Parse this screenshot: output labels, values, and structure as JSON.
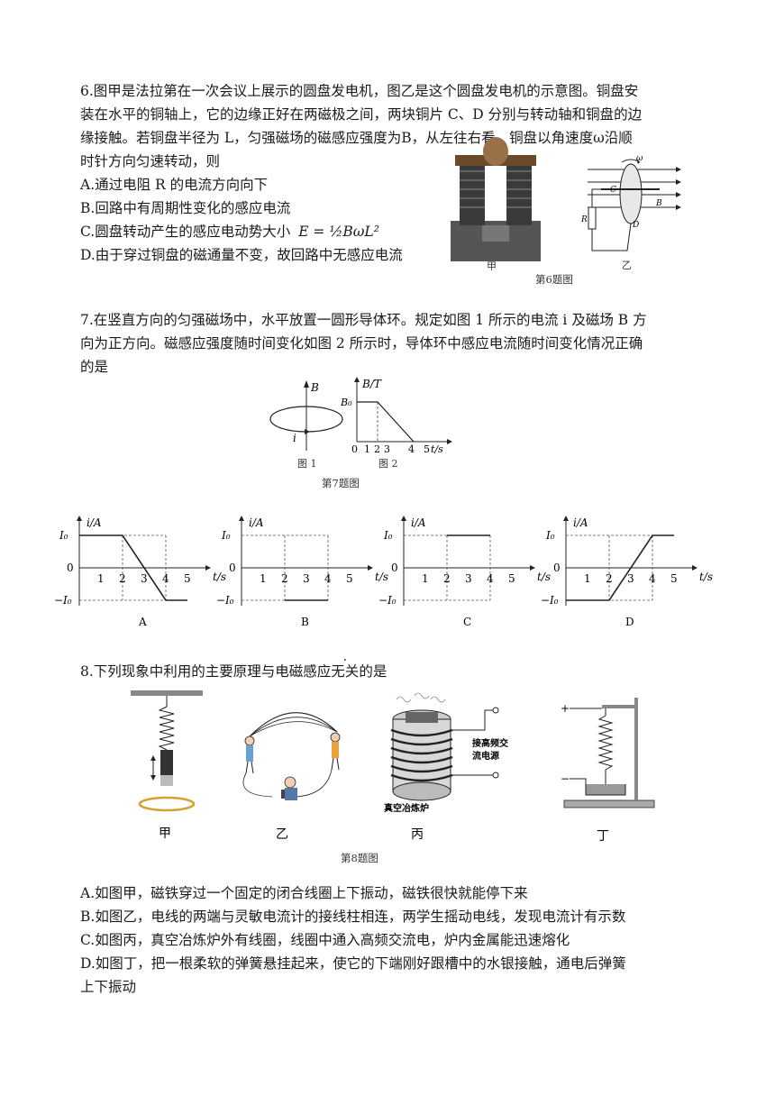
{
  "q6": {
    "lines": [
      "6.图甲是法拉第在一次会议上展示的圆盘发电机，图乙是这个圆盘发电机的示意图。铜盘安",
      "装在水平的铜轴上，它的边缘正好在两磁极之间，两块铜片 C、D 分别与转动轴和铜盘的边",
      "缘接触。若铜盘半径为 L，匀强磁场的磁感应强度为B，从左往右看，铜盘以角速度ω沿顺",
      "时针方向匀速转动，则"
    ],
    "options": [
      "A.通过电阻 R 的电流方向向下",
      "B.回路中有周期性变化的感应电流",
      "C.圆盘转动产生的感应电动势大小",
      "D.由于穿过铜盘的磁通量不变，故回路中无感应电流"
    ],
    "formula": "E = ½BωL²",
    "fig_labels": {
      "jia": "甲",
      "yi": "乙",
      "caption": "第6题图",
      "omega": "ω",
      "c": "C",
      "d": "D",
      "r": "R",
      "b": "B"
    }
  },
  "q7": {
    "lines": [
      "7.在竖直方向的匀强磁场中，水平放置一圆形导体环。规定如图 1 所示的电流 i 及磁场 B 方",
      "向为正方向。磁感应强度随时间变化如图 2 所示时，导体环中感应电流随时间变化情况正确",
      "的是"
    ],
    "fig1_label": "图 1",
    "fig2_label": "图 2",
    "caption": "第7题图",
    "b_axis": "B/T",
    "b0": "B₀",
    "b_label": "B",
    "i_label": "i",
    "t_axis": "t/s",
    "i_axis": "i/A",
    "i0": "I₀",
    "neg_i0": "−I₀",
    "zero": "0",
    "ticks": [
      "1",
      "2",
      "3",
      "4",
      "5"
    ],
    "options": [
      "A",
      "B",
      "C",
      "D"
    ]
  },
  "q8": {
    "stem_before": "8.下列现象中利用的主要原理与电磁感应",
    "stem_emph": "无关",
    "stem_after": "的是",
    "fig_labels": [
      "甲",
      "乙",
      "丙",
      "丁"
    ],
    "caption": "第8题图",
    "furnace_label_1": "接高频交",
    "furnace_label_2": "流电源",
    "furnace_name": "真空冶炼炉",
    "plus": "+",
    "minus": "−",
    "options": [
      "A.如图甲，磁铁穿过一个固定的闭合线圈上下振动，磁铁很快就能停下来",
      "B.如图乙，电线的两端与灵敏电流计的接线柱相连，两学生摇动电线，发现电流计有示数",
      "C.如图丙，真空冶炼炉外有线圈，线圈中通入高频交流电，炉内金属能迅速熔化",
      "D.如图丁，把一根柔软的弹簧悬挂起来，使它的下端刚好跟槽中的水银接触，通电后弹簧",
      "上下振动"
    ]
  }
}
